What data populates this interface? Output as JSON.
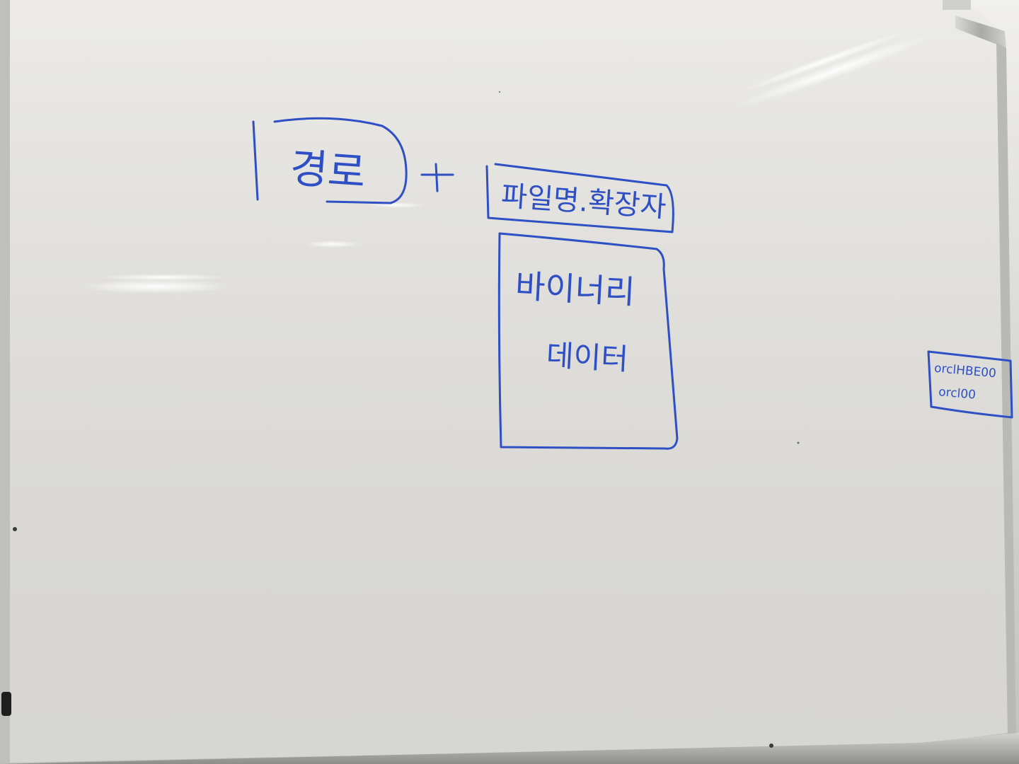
{
  "whiteboard": {
    "ink_color": "#2f4fc4",
    "board_color": "#e8e7e3",
    "frame_color": "#b9bab6",
    "writing": {
      "left_box": "경로",
      "plus_sign": "+",
      "top_right_box": "파일명.확장자",
      "middle_box_line1": "바이너리",
      "middle_box_line2": "데이터",
      "note_line1": "orclHBE00",
      "note_line2": "orcl00"
    }
  }
}
